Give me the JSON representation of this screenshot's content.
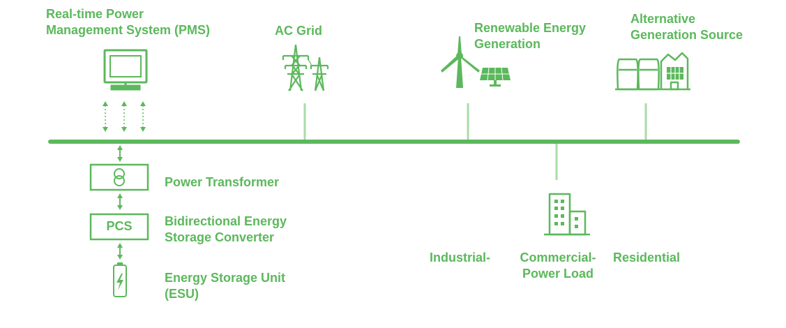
{
  "colors": {
    "primary_green": "#5cb85c",
    "light_green": "#a8dca8",
    "background": "#ffffff"
  },
  "labels": {
    "pms_line1": "Real-time Power",
    "pms_line2": "Management System (PMS)",
    "ac_grid": "AC Grid",
    "renewable_line1": "Renewable Energy",
    "renewable_line2": "Generation",
    "alternative_line1": "Alternative",
    "alternative_line2": "Generation Source",
    "power_transformer": "Power Transformer",
    "pcs_box": "PCS",
    "bidirectional_line1": "Bidirectional Energy",
    "bidirectional_line2": "Storage Converter",
    "esu_line1": "Energy Storage Unit",
    "esu_line2": "(ESU)",
    "industrial": "Industrial-",
    "commercial_line1": "Commercial-",
    "commercial_line2": "Power Load",
    "residential": "Residential"
  },
  "icons": {
    "pms": "monitor-icon",
    "ac_grid": "transmission-tower-icon",
    "wind": "wind-turbine-icon",
    "solar": "solar-panel-icon",
    "factory": "factory-icon",
    "building": "building-icon",
    "transformer": "transformer-icon",
    "battery": "battery-icon"
  }
}
